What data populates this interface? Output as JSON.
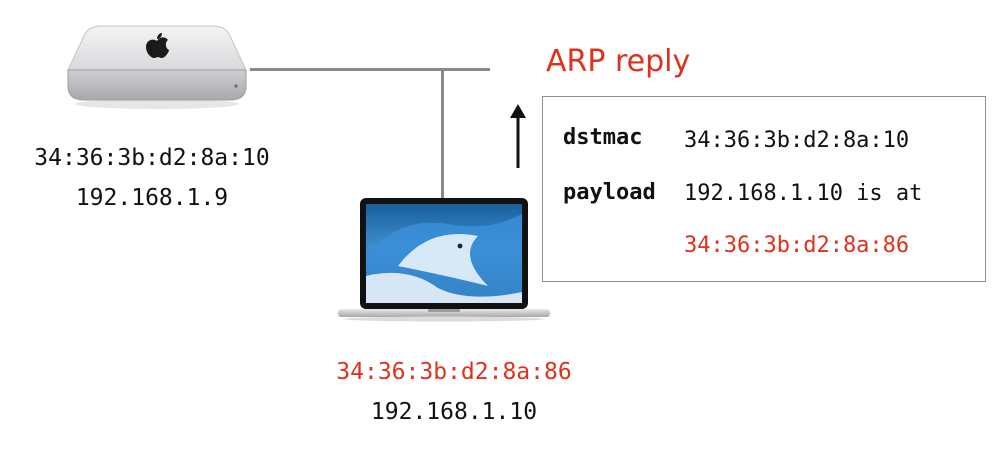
{
  "colors": {
    "accent_red": "#e0301e",
    "text": "#111111",
    "wire": "#8a8a8a",
    "box_border": "#8f8f8f"
  },
  "devices": {
    "mac_mini": {
      "icon": "mac-mini-icon",
      "mac": "34:36:3b:d2:8a:10",
      "ip": "192.168.1.9"
    },
    "laptop": {
      "icon": "laptop-icon",
      "mac": "34:36:3b:d2:8a:86",
      "ip": "192.168.1.10"
    }
  },
  "arp": {
    "title": "ARP reply",
    "arrow_icon": "up-arrow-icon",
    "fields": {
      "dstmac_label": "dstmac",
      "dstmac_value": "34:36:3b:d2:8a:10",
      "payload_label": "payload",
      "payload_text": "192.168.1.10 is at",
      "payload_mac": "34:36:3b:d2:8a:86"
    }
  }
}
